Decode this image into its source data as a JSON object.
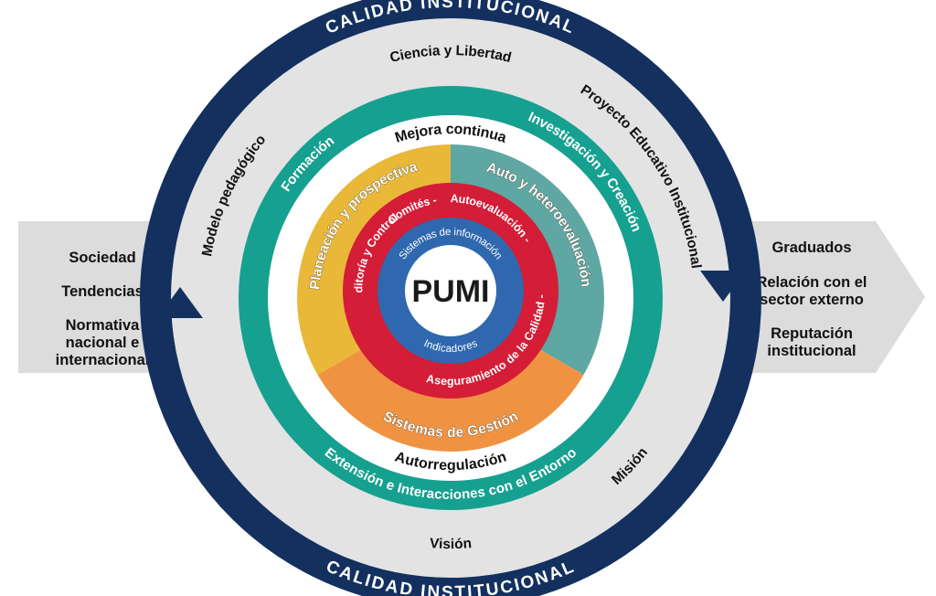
{
  "colors": {
    "navy": "#13305f",
    "gray": "#e3e3e3",
    "teal": "#16a090",
    "yellow": "#e9b839",
    "slate_teal": "#5fa7a3",
    "orange": "#ef9343",
    "red": "#d41d36",
    "blue": "#2f68ae",
    "arrow_gray": "#dcdcdc"
  },
  "left_arrow": {
    "items": [
      "Sociedad",
      "Tendencias",
      "Normativa",
      "nacional e",
      "internacional"
    ]
  },
  "right_arrow": {
    "items": [
      "Graduados",
      "Relación con el",
      "sector externo",
      "Reputación",
      "institucional"
    ]
  },
  "navy_ring": {
    "top_label": "CALIDAD INSTITUCIONAL",
    "bottom_label": "CALIDAD INSTITUCIONAL"
  },
  "gray_ring": {
    "top": "Ciencia y Libertad",
    "right": "Proyecto Educativo Institucional",
    "left": "Modelo pedagógico",
    "bottom_right": "Misión",
    "bottom": "Visión"
  },
  "teal_ring": {
    "left": "Formación",
    "right": "Investigación y Creación",
    "bottom": "Extensión e Interacciones con el Entorno"
  },
  "white_ring": {
    "top": "Mejora continua",
    "bottom": "Autorregulación"
  },
  "segments": {
    "left": "Planeación y prospectiva",
    "right": "Auto y heteroevaluación",
    "bottom": "Sistemas de Gestión"
  },
  "red_ring": {
    "top_left": "Comités -",
    "top_right": "Autoevaluación -",
    "right": "Aseguramiento de la Calidad -",
    "left": "Auditoría y Control"
  },
  "blue_ring": {
    "top": "Sistemas de información",
    "bottom": "Indicadores"
  },
  "center": {
    "label": "PUMI"
  }
}
